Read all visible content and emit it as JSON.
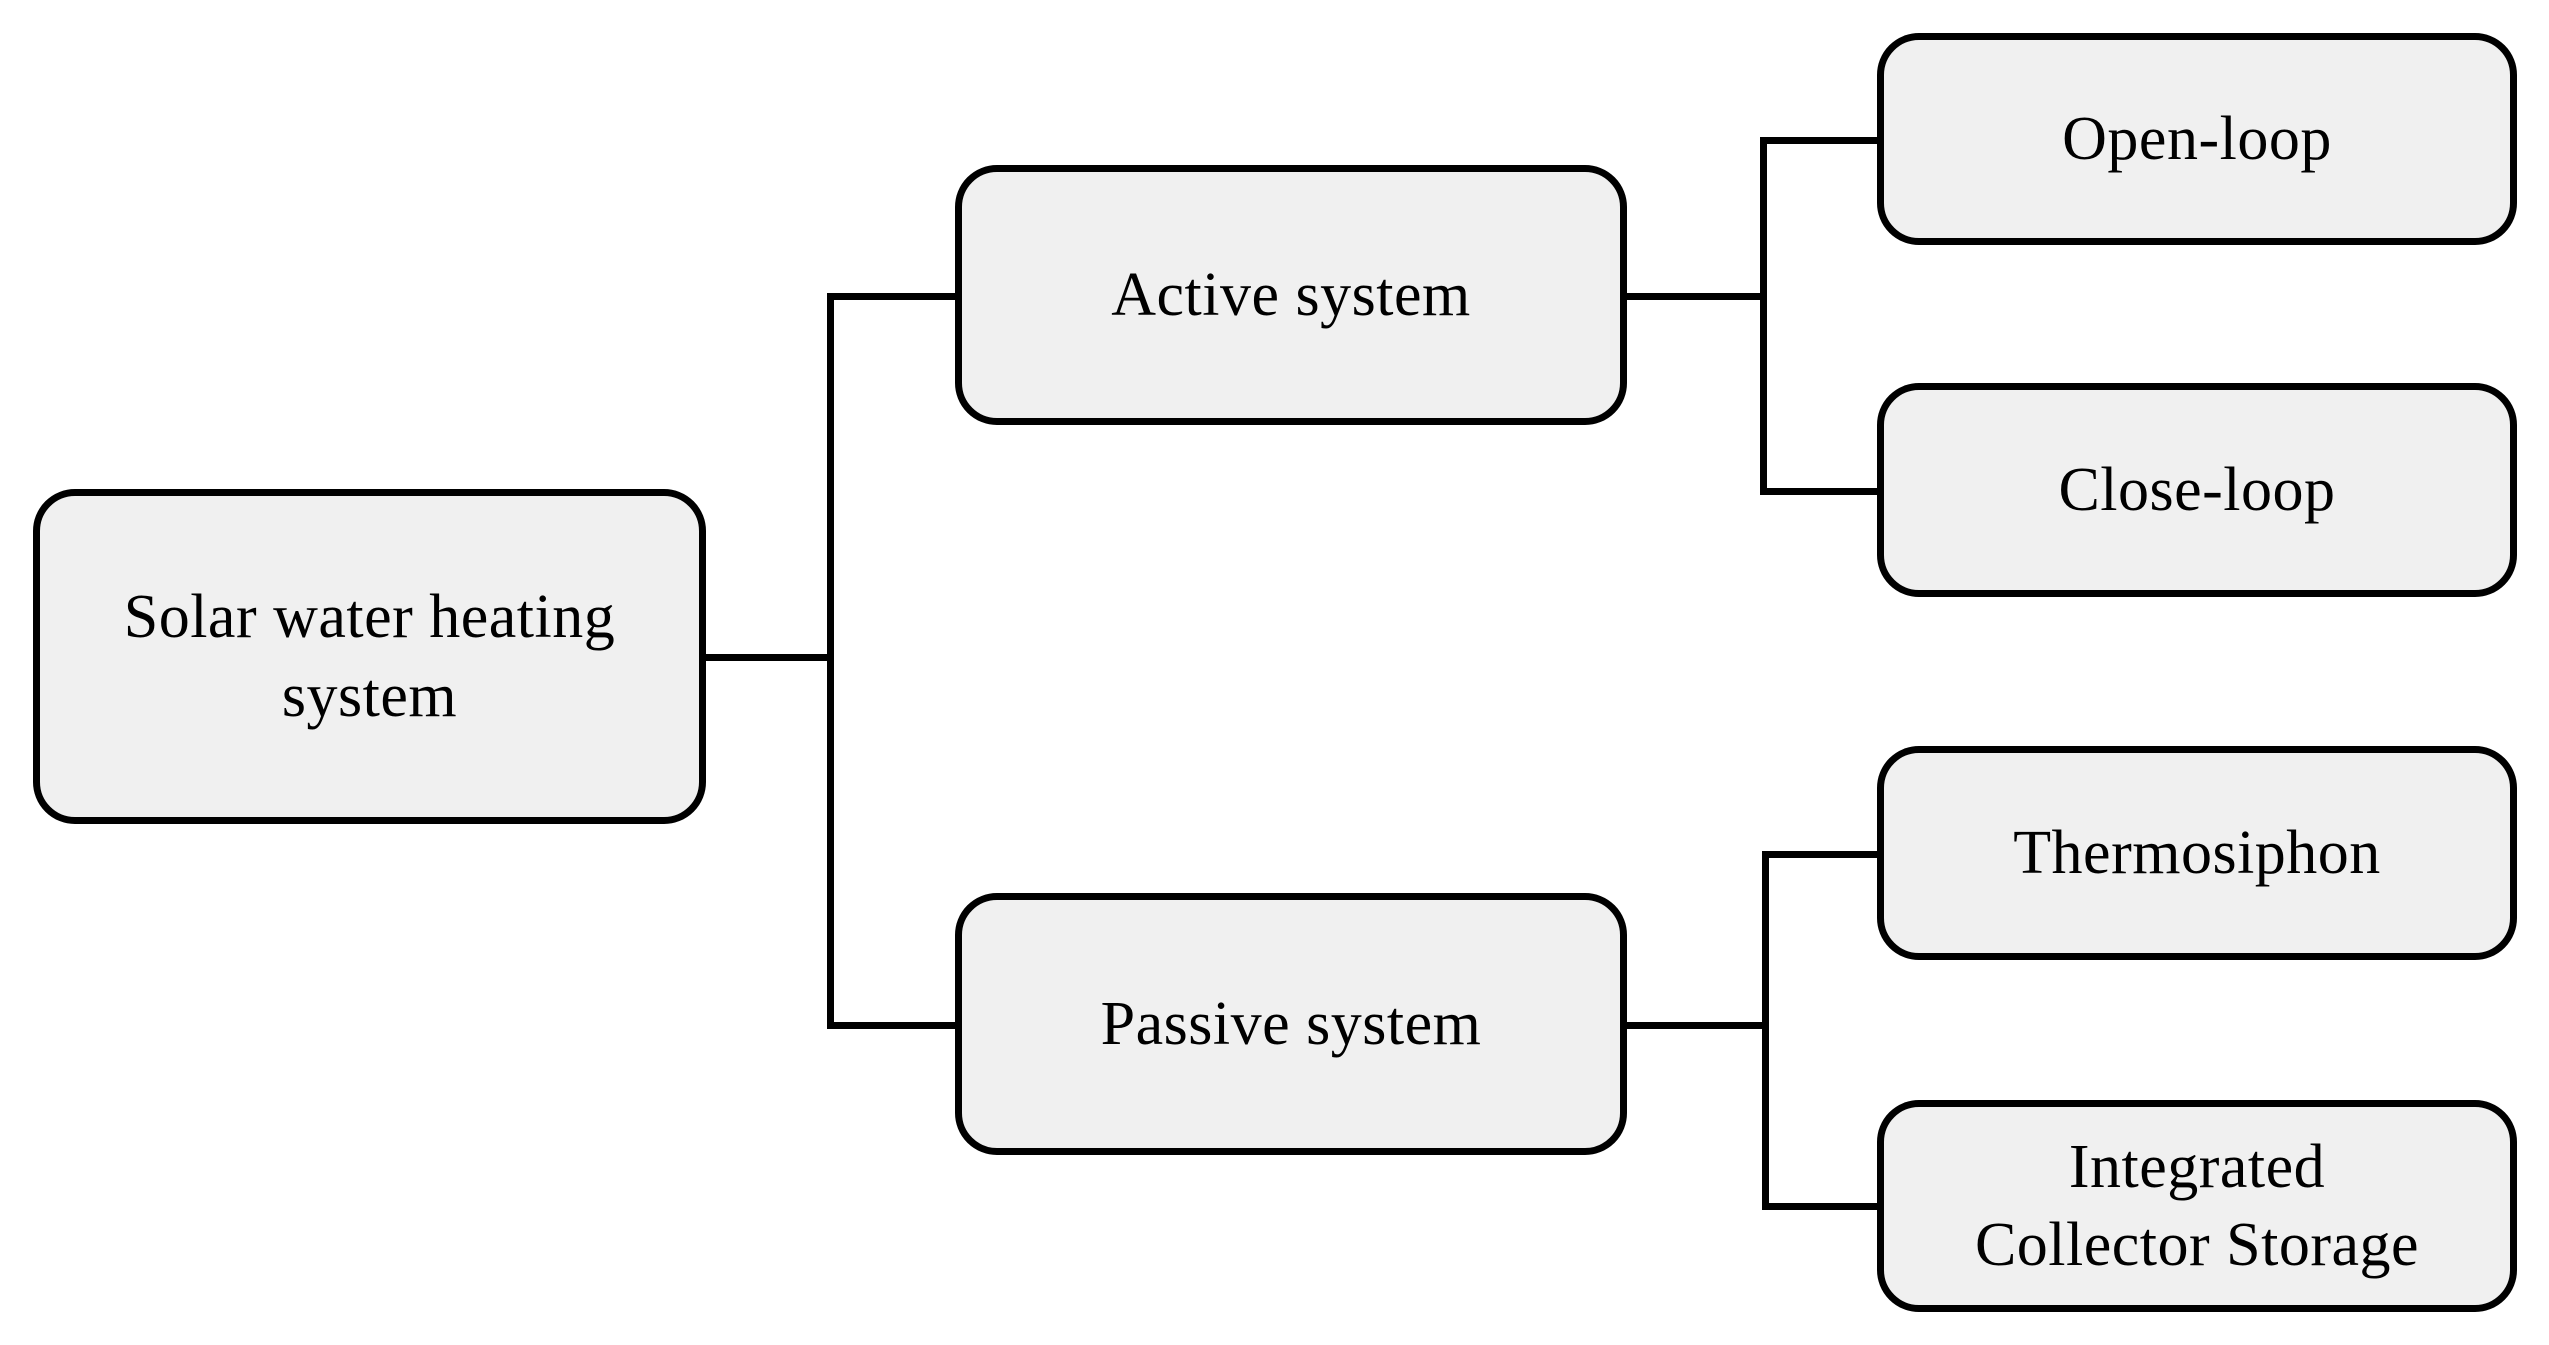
{
  "figure": {
    "type": "tree-diagram",
    "title": "Solar water heating system classification",
    "background_color": "#ffffff",
    "node_fill_color": "#f0f0f0",
    "node_border_color": "#000000",
    "connector_color": "#000000",
    "text_color": "#000000",
    "nodes": {
      "root": {
        "label": "Solar water heating\nsystem"
      },
      "active": {
        "label": "Active system"
      },
      "passive": {
        "label": "Passive system"
      },
      "open_loop": {
        "label": "Open-loop"
      },
      "close_loop": {
        "label": "Close-loop"
      },
      "thermosiphon": {
        "label": "Thermosiphon"
      },
      "ics": {
        "label": "Integrated\nCollector Storage"
      }
    },
    "edges": [
      {
        "from": "Solar water heating system",
        "to": "Active system"
      },
      {
        "from": "Solar water heating system",
        "to": "Passive system"
      },
      {
        "from": "Active system",
        "to": "Open-loop"
      },
      {
        "from": "Active system",
        "to": "Close-loop"
      },
      {
        "from": "Passive system",
        "to": "Thermosiphon"
      },
      {
        "from": "Passive system",
        "to": "Integrated Collector Storage"
      }
    ]
  }
}
